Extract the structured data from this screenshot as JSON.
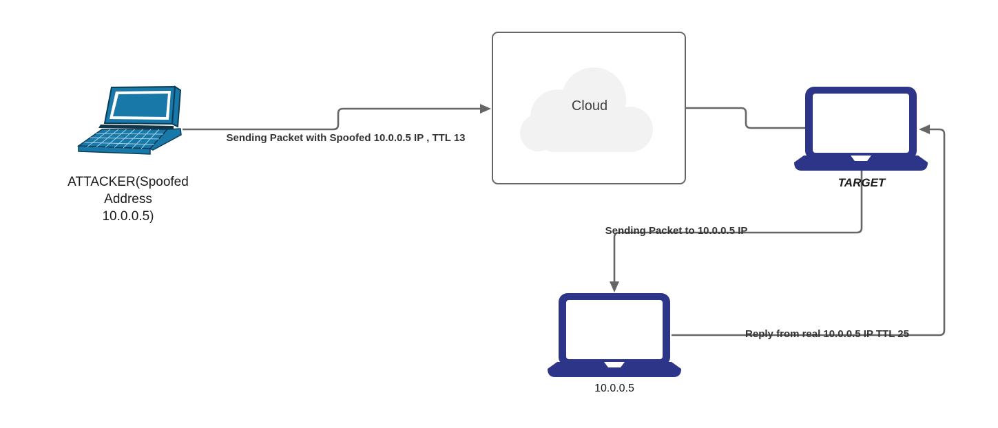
{
  "nodes": {
    "attacker": {
      "type": "laptop-perspective",
      "label_line1": "ATTACKER(Spoofed",
      "label_line2": "Address",
      "label_line3": "10.0.0.5)",
      "color": "#1878a8"
    },
    "cloud": {
      "type": "cloud-container",
      "label": "Cloud",
      "fill": "#f2f2f2",
      "border": "#666666"
    },
    "target": {
      "type": "laptop-front",
      "label": "TARGET",
      "color": "#2d3589"
    },
    "real_host": {
      "type": "laptop-front",
      "label": "10.0.0.5",
      "color": "#2d3589"
    }
  },
  "edges": {
    "attacker_to_cloud": {
      "label": "Sending Packet with Spoofed 10.0.0.5 IP , TTL 13",
      "from": "attacker",
      "to": "cloud",
      "arrow": "right"
    },
    "cloud_to_target": {
      "label": "",
      "from": "cloud",
      "to": "target",
      "arrow": "none"
    },
    "target_to_real_host": {
      "label": "Sending Packet to 10.0.0.5 IP",
      "from": "target",
      "to": "real_host",
      "arrow": "down"
    },
    "real_host_to_target": {
      "label": "Reply from real 10.0.0.5 IP TTL 25",
      "from": "real_host",
      "to": "target",
      "arrow": "left"
    }
  },
  "colors": {
    "connector": "#666666",
    "edge_label_text": "#333333",
    "node_label_text": "#1a1a1a",
    "attacker_laptop": "#1878a8",
    "target_laptop": "#2d3589",
    "cloud_fill": "#f2f2f2"
  }
}
